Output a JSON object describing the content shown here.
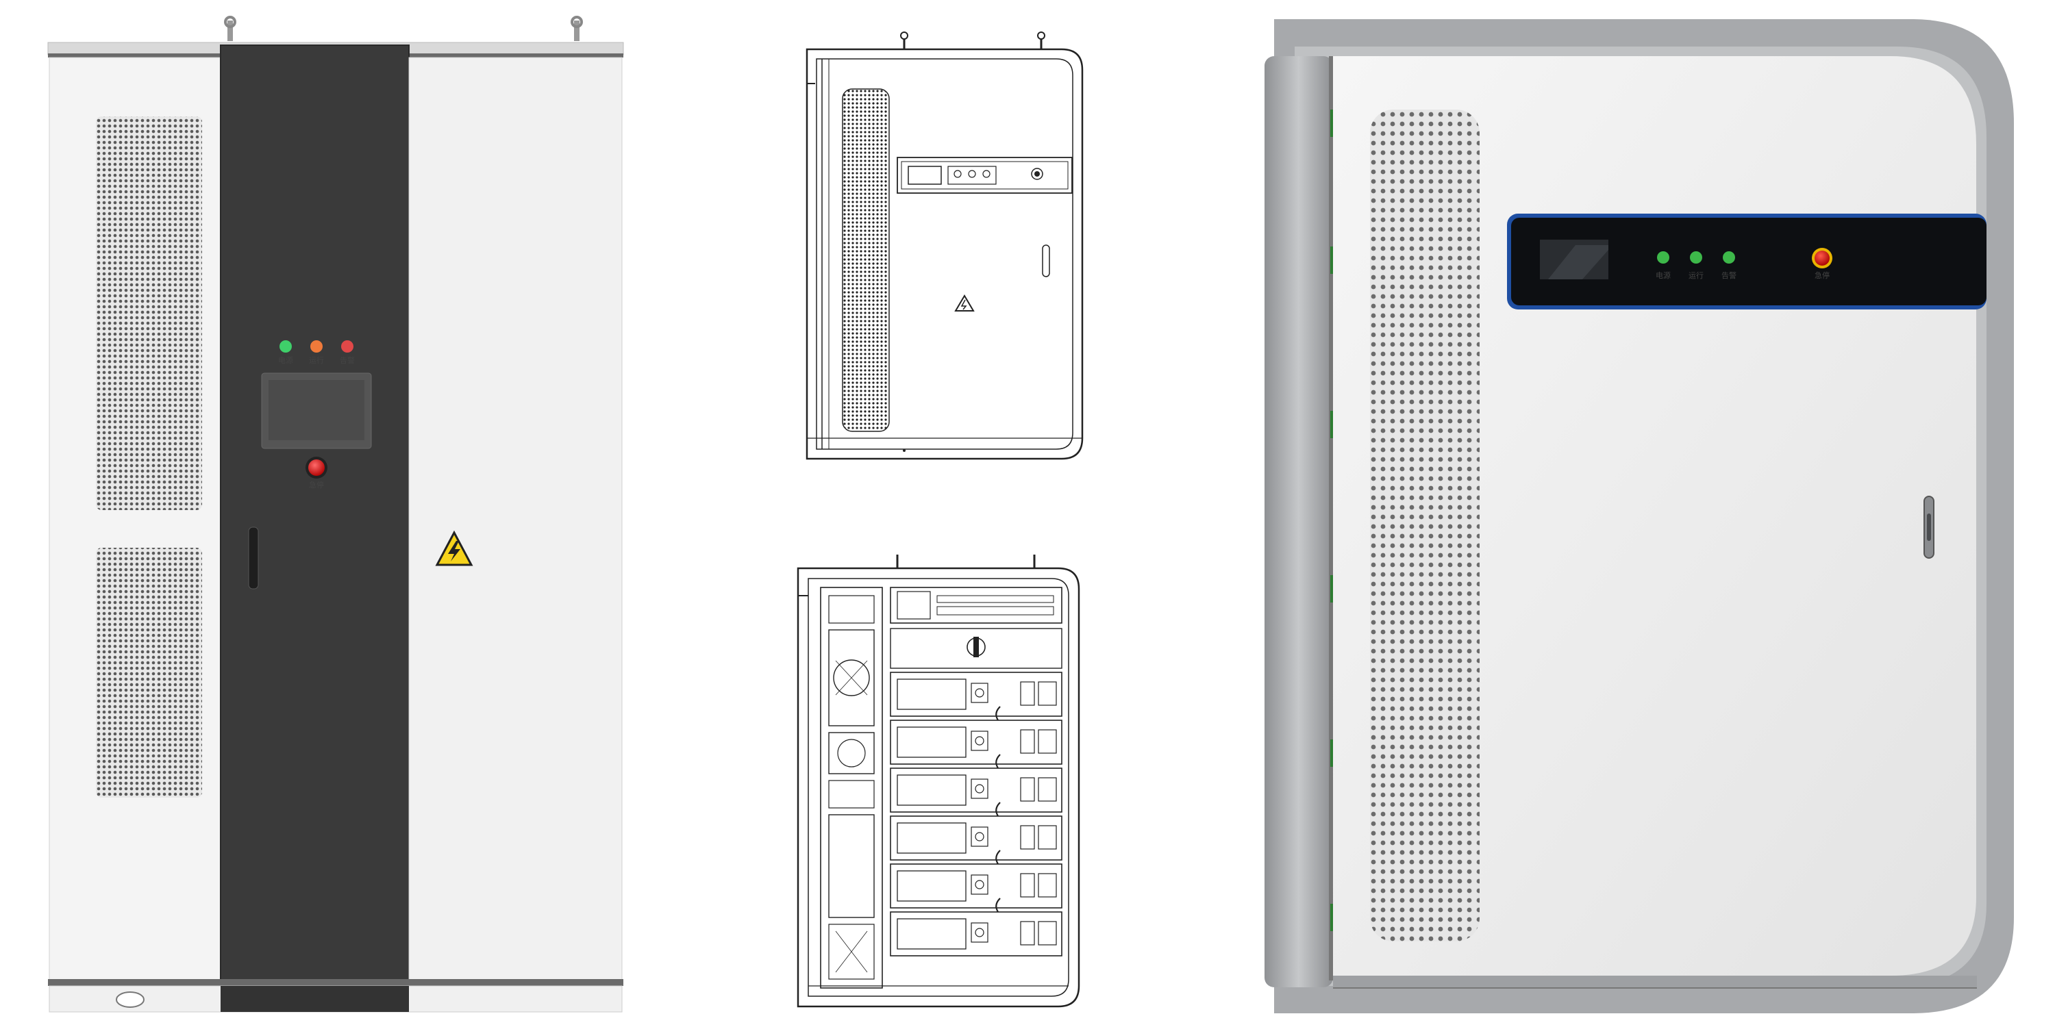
{
  "cabinet_front": {
    "indicator_labels": [
      "电源",
      "运行",
      "告警"
    ],
    "indicator_colors": [
      "#3fcf6a",
      "#f07a3a",
      "#e04848"
    ],
    "estop_label": "急停",
    "warning_icon": "high-voltage-warning-icon"
  },
  "cabinet_closeup": {
    "indicator_labels": [
      "电源",
      "运行",
      "告警"
    ],
    "indicator_color": "#3db84a",
    "estop_label": "急停",
    "accent_color": "#1f4fa3"
  },
  "colors": {
    "cabinet_white": "#f2f2f2",
    "door_dark": "#3a3a3a",
    "frame_silver": "#a7a9ac",
    "panel_black": "#0d0f12"
  }
}
